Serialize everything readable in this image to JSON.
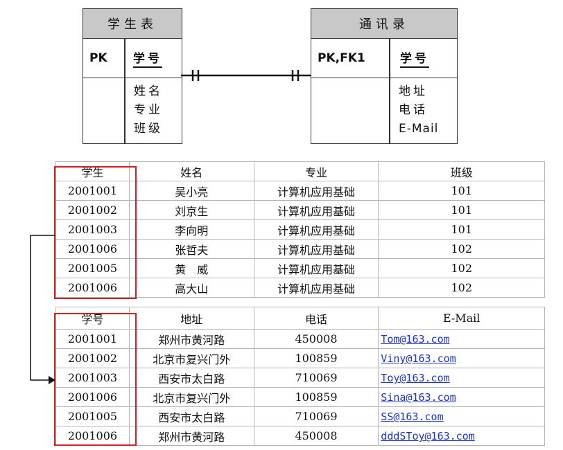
{
  "er_diagram": {
    "student_entity": {
      "title": "学生表",
      "pk_label": "PK",
      "key_field": "学号",
      "attributes": [
        "姓名",
        "专业",
        "班级"
      ]
    },
    "contact_entity": {
      "title": "通讯录",
      "pk_label": "PK,FK1",
      "key_field": "学号",
      "attributes": [
        "地址",
        "电话",
        "E-Mail"
      ]
    }
  },
  "student_table": {
    "headers": [
      "学生",
      "姓名",
      "专业",
      "班级"
    ],
    "rows": [
      [
        "2001001",
        "吴小亮",
        "计算机应用基础",
        "101"
      ],
      [
        "2001002",
        "刘京生",
        "计算机应用基础",
        "101"
      ],
      [
        "2001003",
        "李向明",
        "计算机应用基础",
        "101"
      ],
      [
        "2001006",
        "张哲夫",
        "计算机应用基础",
        "102"
      ],
      [
        "2001005",
        "黄　威",
        "计算机应用基础",
        "102"
      ],
      [
        "2001006",
        "高大山",
        "计算机应用基础",
        "102"
      ]
    ]
  },
  "contact_table": {
    "headers": [
      "学号",
      "地址",
      "电话",
      "E-Mail"
    ],
    "rows": [
      [
        "2001001",
        "郑州市黄河路",
        "450008",
        "Tom@163.com"
      ],
      [
        "2001002",
        "北京市复兴门外",
        "100859",
        "Viny@163.com"
      ],
      [
        "2001003",
        "西安市太白路",
        "710069",
        "Toy@163.com"
      ],
      [
        "2001006",
        "北京市复兴门外",
        "100859",
        "Sina@163.com"
      ],
      [
        "2001005",
        "西安市太白路",
        "710069",
        "SS@163.com"
      ],
      [
        "2001006",
        "郑州市黄河路",
        "450008",
        "dddSToy@163.com"
      ]
    ]
  },
  "colors": {
    "highlight_box": "#d42020",
    "email_link": "#1a33c8",
    "entity_header": "#c8c8c8"
  }
}
